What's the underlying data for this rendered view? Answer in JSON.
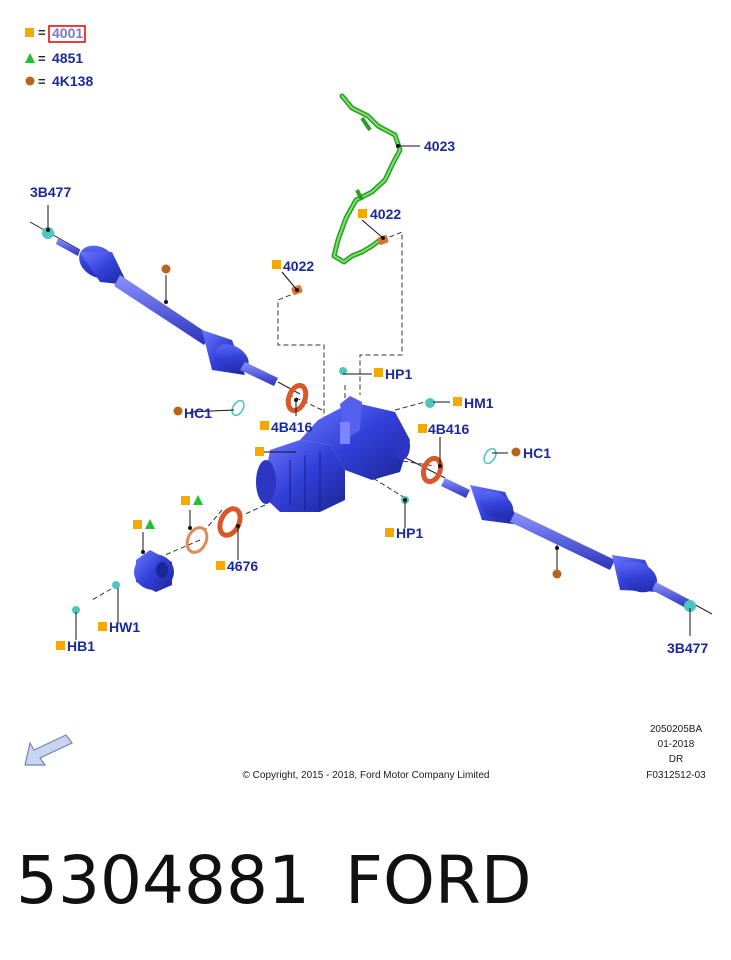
{
  "legend": [
    {
      "symbol": "square",
      "color": "#f5a800",
      "eq": "=",
      "code": "4001",
      "highlight": true
    },
    {
      "symbol": "triangle",
      "color": "#22c02a",
      "eq": "=",
      "code": "4851",
      "highlight": false
    },
    {
      "symbol": "circle",
      "color": "#b5651d",
      "eq": "=",
      "code": "4K138",
      "highlight": false
    }
  ],
  "callouts": {
    "c4023": "4023",
    "c4022a": "4022",
    "c4022b": "4022",
    "c3B477a": "3B477",
    "c3B477b": "3B477",
    "cHP1a": "HP1",
    "cHP1b": "HP1",
    "cHM1": "HM1",
    "cHC1a": "HC1",
    "cHC1b": "HC1",
    "c4B416a": "4B416",
    "c4B416b": "4B416",
    "c4676": "4676",
    "cHW1": "HW1",
    "cHB1": "HB1"
  },
  "colors": {
    "label": "#1a2a9c",
    "square_marker": "#f5a800",
    "triangle_marker": "#22c02a",
    "circle_marker": "#b5651d",
    "part_blue": "#3a45d8",
    "seal_orange": "#d9582b",
    "pipe_green": "#3dbf2e",
    "clip_cyan": "#4cc7c0"
  },
  "footer": {
    "code": "2050205BA",
    "date": "01-2018",
    "variant": "DR",
    "ref": "F0312512-03",
    "copyright": "© Copyright, 2015 - 2018, Ford Motor Company Limited"
  },
  "caption": {
    "part_number": "5304881",
    "brand": "FORD"
  },
  "icons": {
    "direction": "front-arrow-icon"
  }
}
